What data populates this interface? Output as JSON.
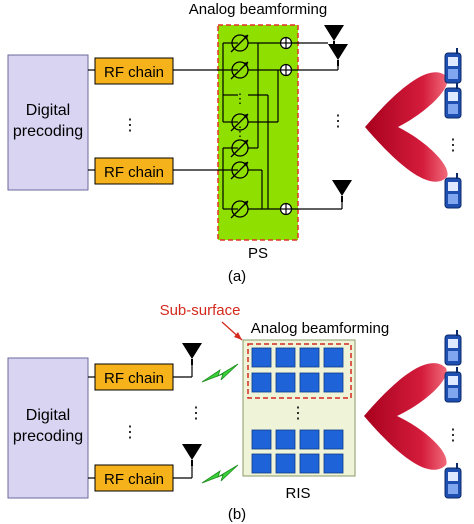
{
  "panel_a": {
    "digital_label_line1": "Digital",
    "digital_label_line2": "precoding",
    "rf_chain_top": "RF chain",
    "rf_chain_bottom": "RF chain",
    "vertical_dots": "⋮",
    "analog_title": "Analog beamforming",
    "ps_label": "PS",
    "caption": "(a)"
  },
  "panel_b": {
    "digital_label_line1": "Digital",
    "digital_label_line2": "precoding",
    "rf_chain_top": "RF chain",
    "rf_chain_bottom": "RF chain",
    "vertical_dots": "⋮",
    "sub_surface_label": "Sub-surface",
    "analog_title": "Analog beamforming",
    "ris_label": "RIS",
    "caption": "(b)"
  },
  "colors": {
    "digital_fill": "#d8d4f2",
    "rf_fill": "#f6b21b",
    "ps_fill": "#8fe000",
    "ps_border": "#e0332a",
    "ris_fill": "#eff3d8",
    "ris_element": "#1f63d8",
    "beam": "#c8102e",
    "phone": "#1e4fb0",
    "subsurface_text": "#d42a1e"
  },
  "icons": {
    "antenna": "antenna-icon",
    "phone": "mobile-phone-icon",
    "beam": "beam-lobe-icon",
    "wireless": "wireless-link-icon",
    "phase_shifter": "phase-shifter-icon",
    "combiner": "combiner-icon"
  }
}
